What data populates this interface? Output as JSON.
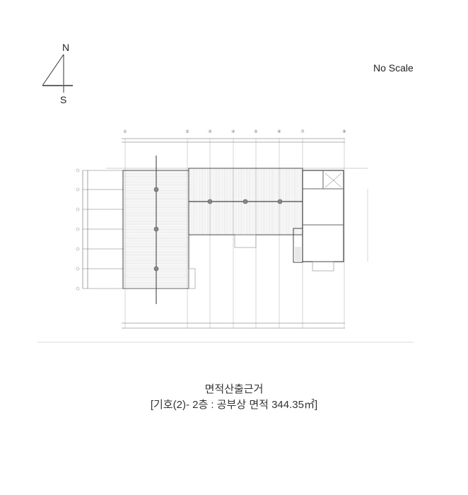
{
  "compass": {
    "north": "N",
    "south": "S"
  },
  "scale_note": "No Scale",
  "caption": {
    "line1": "면적산출근거",
    "line2": "[기호(2)- 2층 : 공부상 면적 344.35㎡]"
  },
  "grid_labels": [
    "①",
    "②",
    "③",
    "④",
    "⑤",
    "⑥",
    "⑦",
    "⑧"
  ]
}
